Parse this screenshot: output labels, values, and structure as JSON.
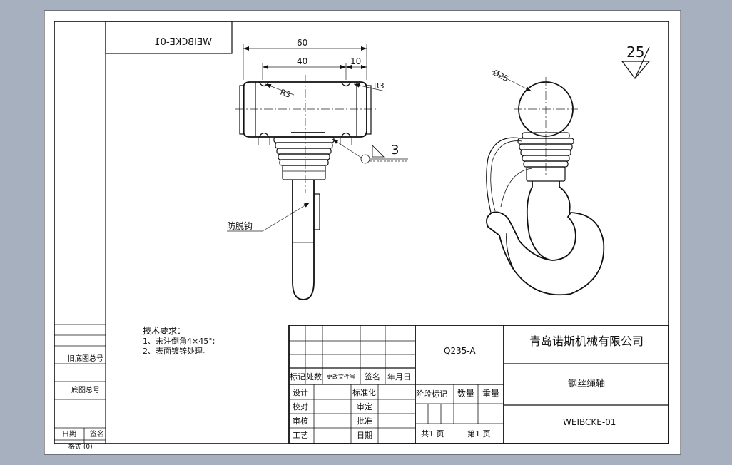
{
  "drawing": {
    "code_stamp": "WEIBCKE-01",
    "roughness_value": "25",
    "front_view": {
      "dim_overall": "60",
      "dim_inner": "40",
      "dim_end": "10",
      "radius_left": "R3",
      "radius_right": "R3",
      "weld_size": "3",
      "callout_label": "防脱钩"
    },
    "side_view": {
      "dim_diameter": "Ø25"
    },
    "tech_requirements": {
      "heading": "技术要求：",
      "items": [
        "1、未注倒角4×45°;",
        "2、表面镀锌处理。"
      ]
    },
    "left_strip": {
      "label_1": "旧底图总号",
      "label_2": "底图总号",
      "label_3": "日期",
      "label_4": "签名",
      "label_5": "格式 (0)"
    }
  },
  "title_block": {
    "material": "Q235-A",
    "company": "青岛诺斯机械有限公司",
    "part_name": "钢丝绳轴",
    "drawing_no": "WEIBCKE-01",
    "rev_headers": [
      "标记",
      "处数",
      "更改文件号",
      "签名",
      "年月日"
    ],
    "sign_rows": [
      {
        "left": "设计",
        "right": "标准化"
      },
      {
        "left": "校对",
        "right": "审定"
      },
      {
        "left": "审核",
        "right": "批准"
      },
      {
        "left": "工艺",
        "right": "日期"
      }
    ],
    "stage_label": "阶段标记",
    "quantity_label": "数量",
    "weight_label": "重量",
    "total_pages": "共1 页",
    "page_no": "第1 页"
  }
}
